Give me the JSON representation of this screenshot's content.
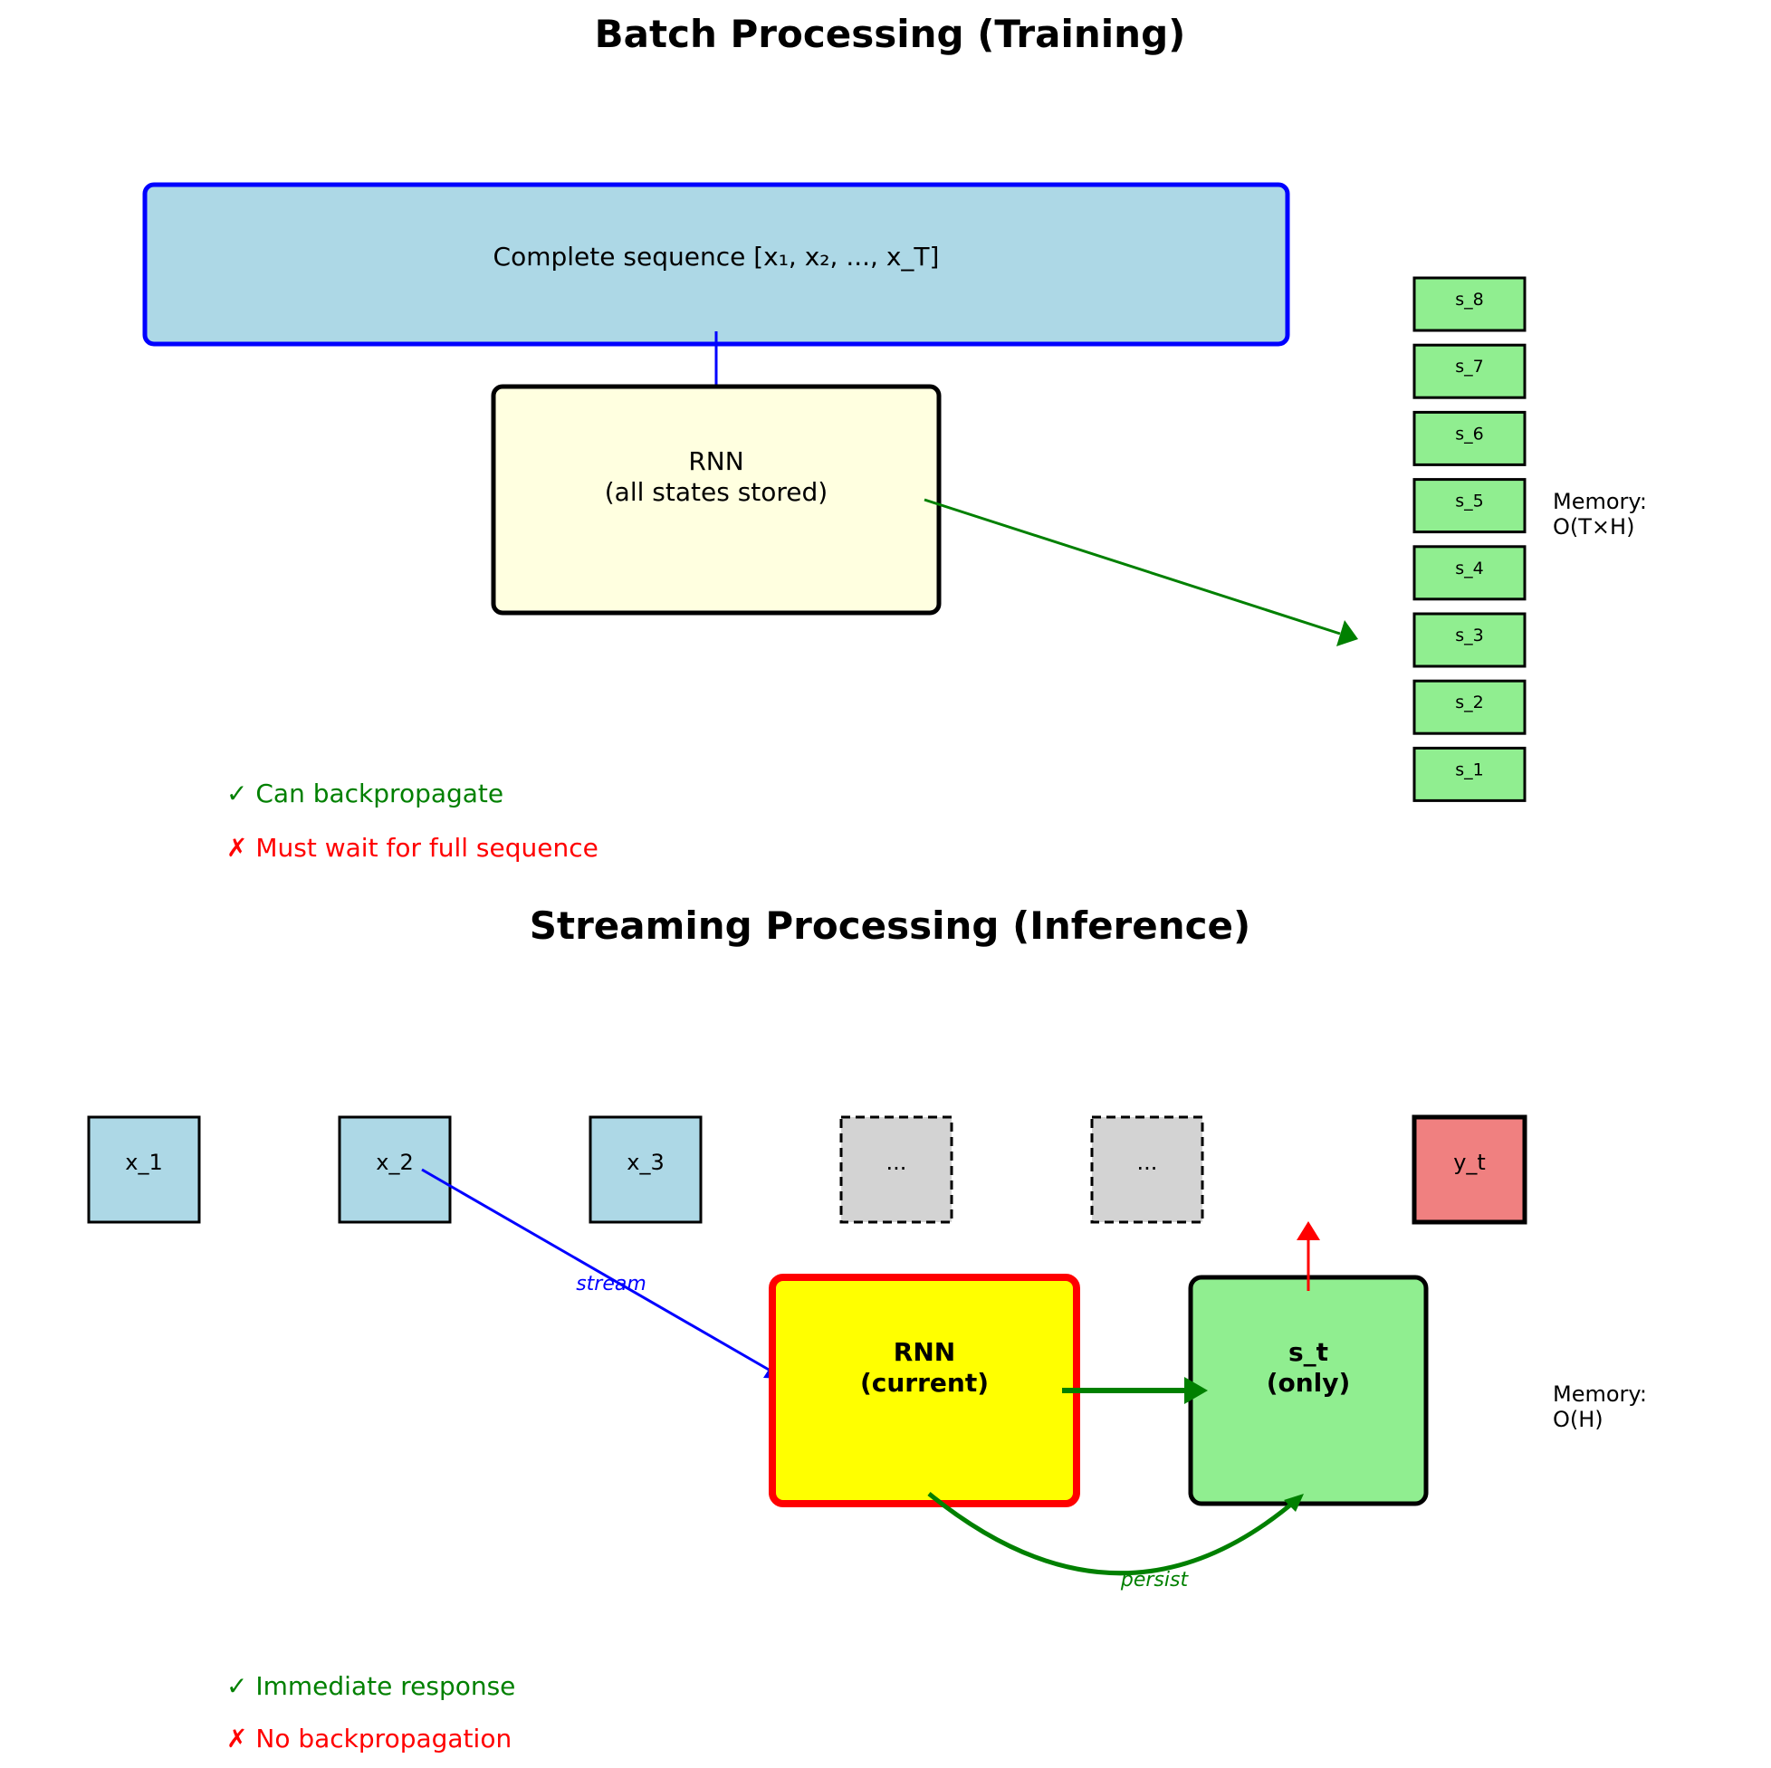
{
  "batch": {
    "title": "Batch Processing (Training)",
    "sequence_box": {
      "label": "Complete sequence [x₁, x₂, ..., x_T]",
      "fill": "#add8e6",
      "stroke": "#0000ff"
    },
    "rnn_box": {
      "line1": "RNN",
      "line2": "(all states stored)",
      "fill": "#ffffe0",
      "stroke": "#000000"
    },
    "states": [
      "s_8",
      "s_7",
      "s_6",
      "s_5",
      "s_4",
      "s_3",
      "s_2",
      "s_1"
    ],
    "state_fill": "#90ee90",
    "memory": {
      "line1": "Memory:",
      "line2": "O(T×H)"
    },
    "pros": [
      {
        "icon": "✓",
        "text": "Can backpropagate",
        "color": "#008000"
      },
      {
        "icon": "✗",
        "text": "Must wait for full sequence",
        "color": "#ff0000"
      }
    ]
  },
  "streaming": {
    "title": "Streaming Processing (Inference)",
    "inputs": [
      {
        "label": "x_1",
        "kind": "input"
      },
      {
        "label": "x_2",
        "kind": "input"
      },
      {
        "label": "x_3",
        "kind": "input"
      },
      {
        "label": "...",
        "kind": "pending"
      },
      {
        "label": "...",
        "kind": "pending"
      }
    ],
    "output": {
      "label": "y_t",
      "fill": "#f08080"
    },
    "rnn_box": {
      "line1": "RNN",
      "line2": "(current)",
      "fill": "#ffff00",
      "stroke": "#ff0000"
    },
    "state_box": {
      "line1": "s_t",
      "line2": "(only)",
      "fill": "#90ee90",
      "stroke": "#000000"
    },
    "stream_label": "stream",
    "persist_label": "persist",
    "memory": {
      "line1": "Memory:",
      "line2": "O(H)"
    },
    "pros": [
      {
        "icon": "✓",
        "text": "Immediate response",
        "color": "#008000"
      },
      {
        "icon": "✗",
        "text": "No backpropagation",
        "color": "#ff0000"
      }
    ]
  },
  "colors": {
    "input_fill": "#add8e6",
    "pending_fill": "#d3d3d3",
    "arrow_blue": "#0000ff",
    "arrow_green": "#008000",
    "arrow_red": "#ff0000"
  }
}
